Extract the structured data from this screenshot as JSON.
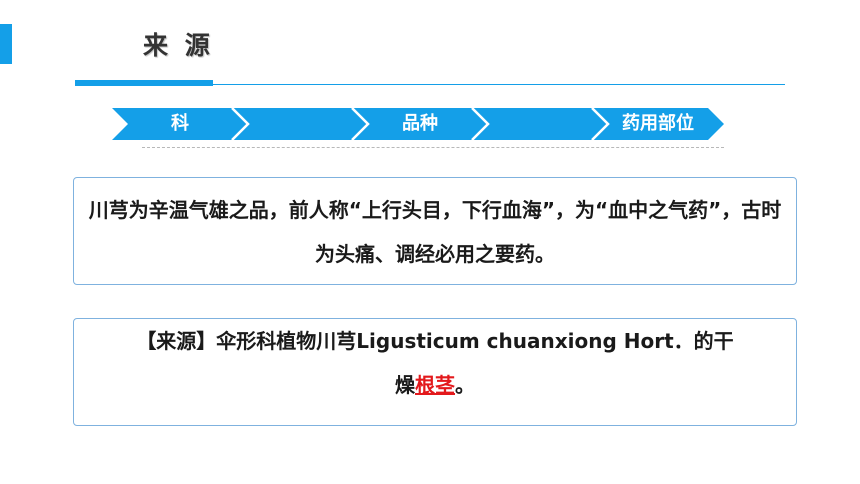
{
  "header": {
    "title": "来 源"
  },
  "process": {
    "steps": [
      {
        "label": "科"
      },
      {
        "label": ""
      },
      {
        "label": "品种"
      },
      {
        "label": ""
      },
      {
        "label": "药用部位"
      }
    ]
  },
  "intro": {
    "text": "川芎为辛温气雄之品，前人称“上行头目，下行血海”，为“血中之气药”，古时为头痛、调经必用之要药。"
  },
  "source": {
    "line1": "【来源】伞形科植物川芎Ligusticum chuanxiong Hort．的干",
    "line2_prefix": "燥",
    "line2_highlight": "根茎",
    "line2_suffix": "。"
  },
  "colors": {
    "accent": "#149fe8",
    "highlight": "#e3191c",
    "box_border": "#7fb2df"
  }
}
